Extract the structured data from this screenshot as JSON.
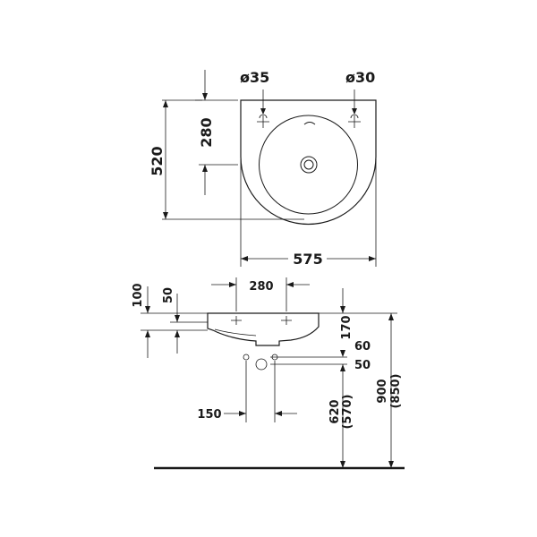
{
  "top_view": {
    "hole_left_diameter": "ø35",
    "hole_right_diameter": "ø30",
    "depth_total": "520",
    "depth_to_drain": "280",
    "width_total": "575"
  },
  "side_view": {
    "height_overall": "100",
    "height_step": "50",
    "hole_spacing": "280",
    "rim_to_waste": "170",
    "waste_offset_a": "60",
    "waste_offset_b": "50",
    "waste_lateral": "150",
    "waste_height": "620",
    "waste_height_alt": "(570)",
    "rim_height": "900",
    "rim_height_alt": "(850)"
  }
}
